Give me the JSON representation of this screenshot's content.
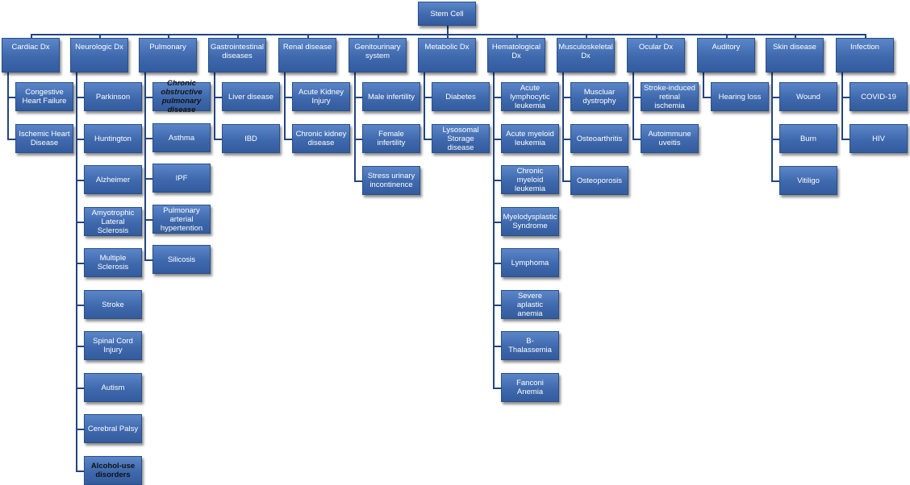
{
  "root": "Stem Cell",
  "categories": [
    {
      "label": "Cardiac Dx",
      "items": [
        "Congestive Heart Failure",
        "Ischemic Heart Disease"
      ]
    },
    {
      "label": "Neurologic Dx",
      "items": [
        "Parkinson",
        "Huntington",
        "Alzheimer",
        "Amyotrophic Lateral Sclerosis",
        "Multiple Sclerosis",
        "Stroke",
        "Spinal Cord Injury",
        "Autism",
        "Cerebral Palsy",
        "Alcohol-use disorders"
      ]
    },
    {
      "label": "Pulmonary",
      "items": [
        "Chronic obstructive pulmonary disease",
        "Asthma",
        "IPF",
        "Pulmonary arterial hypertention",
        "Silicosis"
      ]
    },
    {
      "label": "Gastrointestinal diseases",
      "items": [
        "Liver disease",
        "IBD"
      ]
    },
    {
      "label": "Renal disease",
      "items": [
        "Acute Kidney Injury",
        "Chronic kidney disease"
      ]
    },
    {
      "label": "Genitourinary system",
      "items": [
        "Male infertility",
        "Female infertility",
        "Stress urinary incontinence"
      ]
    },
    {
      "label": "Metabolic Dx",
      "items": [
        "Diabetes",
        "Lysosomal Storage disease"
      ]
    },
    {
      "label": "Hematological Dx",
      "items": [
        "Acute lymphocytic leukemia",
        "Acute myeloid leukemia",
        "Chronic myeloid leukemia",
        "Myelodysplastic Syndrome",
        "Lymphoma",
        "Severe aplastic anemia",
        "B- Thalassemia",
        "Fanconi Anemia"
      ]
    },
    {
      "label": "Musculoskeletal Dx",
      "items": [
        "Muscluar dystrophy",
        "Osteoarthritis",
        "Osteoporosis"
      ]
    },
    {
      "label": "Ocular Dx",
      "items": [
        "Stroke-induced retinal ischemia",
        "Autoimmune uveitis"
      ]
    },
    {
      "label": "Auditory",
      "items": [
        "Hearing loss"
      ]
    },
    {
      "label": "Skin disease",
      "items": [
        "Wound",
        "Burn",
        "Vitiligo"
      ]
    },
    {
      "label": "Infection",
      "items": [
        "COVID-19",
        "HIV"
      ]
    }
  ]
}
